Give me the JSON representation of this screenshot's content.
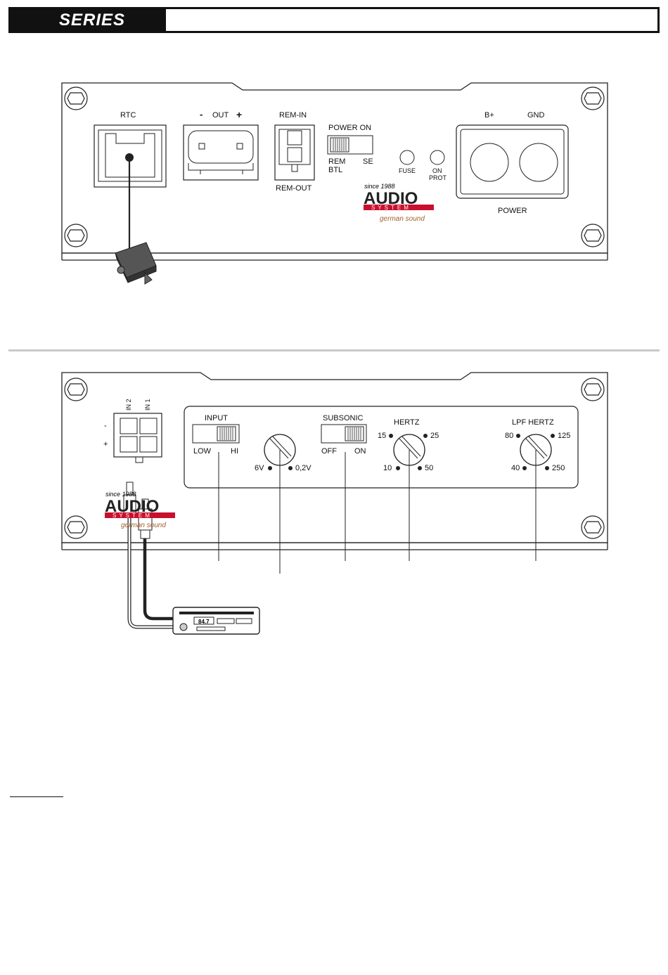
{
  "header": {
    "series_label": "SERIES"
  },
  "front_panel": {
    "rtc_label": "RTC",
    "out_label": "OUT",
    "out_minus": "-",
    "out_plus": "+",
    "rem_in_label": "REM-IN",
    "rem_out_label": "REM-OUT",
    "power_on_label": "POWER ON",
    "rem_label": "REM",
    "btl_label": "BTL",
    "se_label": "SE",
    "fuse_label": "FUSE",
    "on_label": "ON",
    "prot_label": "PROT",
    "b_plus_label": "B+",
    "gnd_label": "GND",
    "power_label": "POWER",
    "logo": {
      "since": "since 1988",
      "brand": "AUDIO",
      "system": "SYSTEM",
      "tagline": "german sound"
    }
  },
  "rear_panel": {
    "in2_label": "IN 2",
    "in1_label": "IN 1",
    "minus_label": "-",
    "plus_label": "+",
    "input_label": "INPUT",
    "low_label": "LOW",
    "hi_label": "HI",
    "gain_low": "6V",
    "gain_high": "0,2V",
    "subsonic_label": "SUBSONIC",
    "off_label": "OFF",
    "on_label": "ON",
    "hertz_label": "HERTZ",
    "hertz_15": "15",
    "hertz_25": "25",
    "hertz_10": "10",
    "hertz_50": "50",
    "lpf_hertz_label": "LPF  HERTZ",
    "lpf_80": "80",
    "lpf_125": "125",
    "lpf_40": "40",
    "lpf_250": "250",
    "head_unit_display": "84.7",
    "logo": {
      "since": "since 1988",
      "brand": "AUDIO",
      "system": "SYSTEM",
      "tagline": "german sound"
    }
  }
}
